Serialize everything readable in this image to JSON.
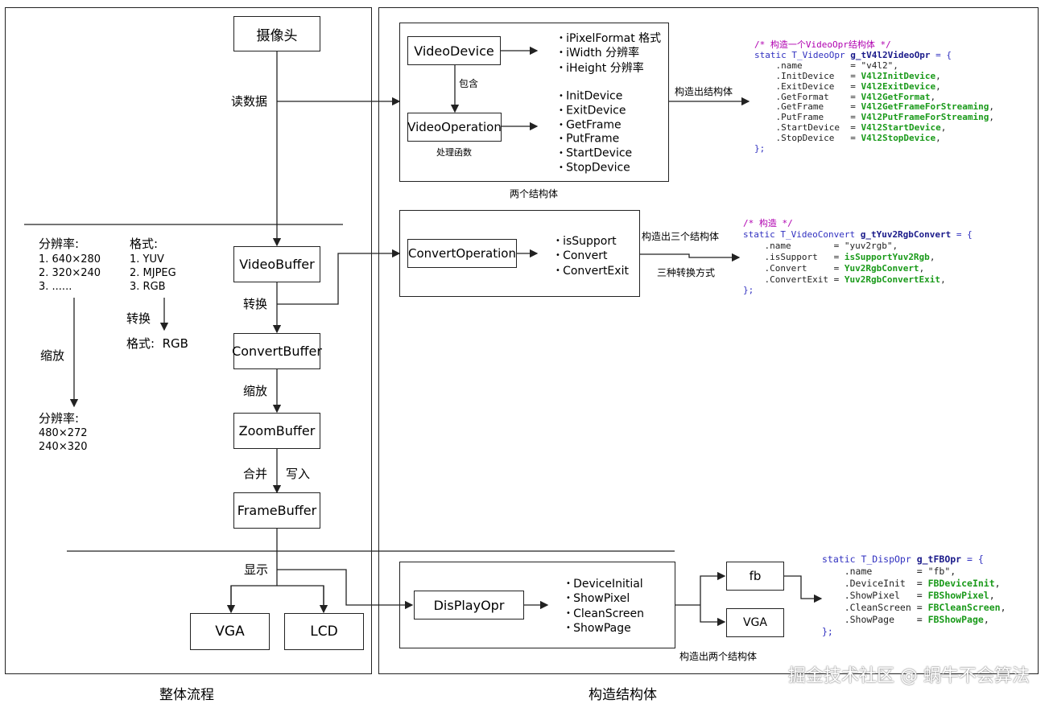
{
  "left_panel": {
    "title": "整体流程",
    "flow": {
      "camera": "摄像头",
      "read_data": "读数据",
      "video_buffer": "VideoBuffer",
      "convert_label": "转换",
      "convert_buffer": "ConvertBuffer",
      "zoom_label": "缩放",
      "zoom_buffer": "ZoomBuffer",
      "merge_label": "合并",
      "write_label": "写入",
      "frame_buffer": "FrameBuffer",
      "display_label": "显示",
      "vga": "VGA",
      "lcd": "LCD"
    },
    "resolution": {
      "title": "分辨率:",
      "items": [
        "1. 640×280",
        "2. 320×240",
        "3. ......"
      ],
      "zoom_label": "缩放",
      "result_title": "分辨率:",
      "result_items": [
        "480×272",
        "240×320"
      ]
    },
    "format": {
      "title": "格式:",
      "items": [
        "1. YUV",
        "2. MJPEG",
        "3. RGB"
      ],
      "convert_label": "转换",
      "result": "格式:  RGB"
    }
  },
  "right_panel": {
    "title": "构造结构体",
    "video": {
      "device_box": "VideoDevice",
      "contains_label": "包含",
      "operation_box": "VideoOperation",
      "handler_label": "处理函数",
      "device_fields": [
        "iPixelFormat 格式",
        "iWidth 分辨率",
        "iHeight 分辨率"
      ],
      "operation_fields": [
        "InitDevice",
        "ExitDevice",
        "GetFrame",
        "PutFrame",
        "StartDevice",
        "StopDevice"
      ],
      "caption": "两个结构体",
      "arrow_label": "构造出结构体",
      "code": {
        "comment": "/* 构造一个VideoOpr结构体 */",
        "decl_type": "static T_VideoOpr ",
        "decl_name": "g_tV4l2VideoOpr",
        "decl_tail": " = {",
        "fields": [
          {
            "key": "    .name         = ",
            "val": "\"v4l2\"",
            "kind": "str"
          },
          {
            "key": "    .InitDevice   = ",
            "val": "V4l2InitDevice",
            "kind": "fn"
          },
          {
            "key": "    .ExitDevice   = ",
            "val": "V4l2ExitDevice",
            "kind": "fn"
          },
          {
            "key": "    .GetFormat    = ",
            "val": "V4l2GetFormat",
            "kind": "fn"
          },
          {
            "key": "    .GetFrame     = ",
            "val": "V4l2GetFrameForStreaming",
            "kind": "fn"
          },
          {
            "key": "    .PutFrame     = ",
            "val": "V4l2PutFrameForStreaming",
            "kind": "fn"
          },
          {
            "key": "    .StartDevice  = ",
            "val": "V4l2StartDevice",
            "kind": "fn"
          },
          {
            "key": "    .StopDevice   = ",
            "val": "V4l2StopDevice",
            "kind": "fn"
          }
        ],
        "close": "};"
      }
    },
    "convert": {
      "box": "ConvertOperation",
      "fields": [
        "isSupport",
        "Convert",
        "ConvertExit"
      ],
      "arrow_label_top": "构造出三个结构体",
      "arrow_label_bottom": "三种转换方式",
      "code": {
        "comment": "/* 构造 */",
        "decl_type": "static T_VideoConvert ",
        "decl_name": "g_tYuv2RgbConvert",
        "decl_tail": " = {",
        "fields": [
          {
            "key": "    .name        = ",
            "val": "\"yuv2rgb\"",
            "kind": "str"
          },
          {
            "key": "    .isSupport   = ",
            "val": "isSupportYuv2Rgb",
            "kind": "fn"
          },
          {
            "key": "    .Convert     = ",
            "val": "Yuv2RgbConvert",
            "kind": "fn"
          },
          {
            "key": "    .ConvertExit = ",
            "val": "Yuv2RgbConvertExit",
            "kind": "fn"
          }
        ],
        "close": "};"
      }
    },
    "display": {
      "box": "DisPlayOpr",
      "fields": [
        "DeviceInitial",
        "ShowPixel",
        "CleanScreen",
        "ShowPage"
      ],
      "target_fb": "fb",
      "target_vga": "VGA",
      "caption": "构造出两个结构体",
      "code": {
        "decl_type": "static T_DispOpr ",
        "decl_name": "g_tFBOpr",
        "decl_tail": " = {",
        "fields": [
          {
            "key": "    .name        = ",
            "val": "\"fb\"",
            "kind": "str"
          },
          {
            "key": "    .DeviceInit  = ",
            "val": "FBDeviceInit",
            "kind": "fn"
          },
          {
            "key": "    .ShowPixel   = ",
            "val": "FBShowPixel",
            "kind": "fn"
          },
          {
            "key": "    .CleanScreen = ",
            "val": "FBCleanScreen",
            "kind": "fn"
          },
          {
            "key": "    .ShowPage    = ",
            "val": "FBShowPage",
            "kind": "fn"
          }
        ],
        "close": "};"
      }
    }
  },
  "watermark": "掘金技术社区 @ 蜗牛不会算法",
  "colors": {
    "comment": "#b000b0",
    "keyword": "#3030c0",
    "function": "#1a9a1a",
    "name": "#1a1a8a"
  }
}
